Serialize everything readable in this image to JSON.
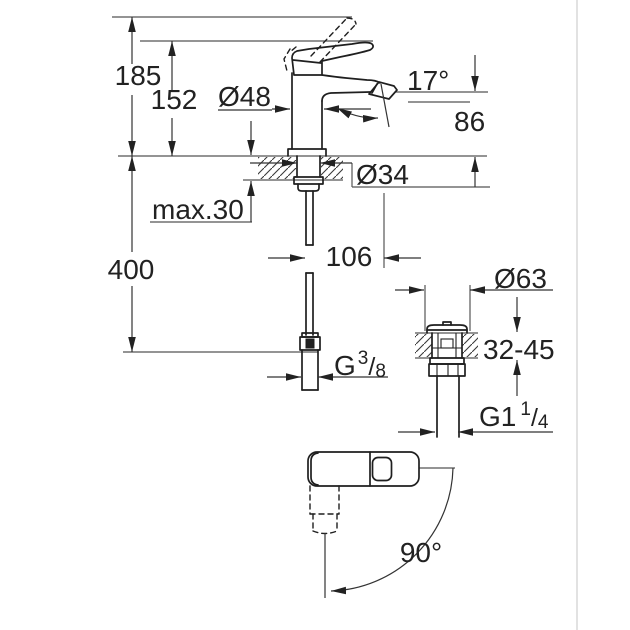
{
  "colors": {
    "background": "#ffffff",
    "part_line": "#1f1f1f",
    "dimension_line": "#333333",
    "reference_line": "#555555",
    "text": "#222222",
    "divider_line": "#d9d9d9"
  },
  "labels": {
    "height_overall": "185",
    "height_to_spout_top": "152",
    "body_diameter": "Ø48",
    "spout_angle": "17°",
    "spout_outlet_height": "86",
    "tap_hole_diameter": "Ø34",
    "deck_thickness": "max.30",
    "hose_length": "400",
    "spout_projection": "106",
    "waste_flange_diameter": "Ø63",
    "waste_deck_range": "32-45",
    "supply_thread": {
      "base": "G",
      "sup": "3",
      "slash": "/",
      "sub": "8"
    },
    "waste_thread": {
      "base": "G1",
      "sup": "1",
      "slash": "/",
      "sub": "4"
    },
    "handle_swivel_angle": "90°"
  }
}
